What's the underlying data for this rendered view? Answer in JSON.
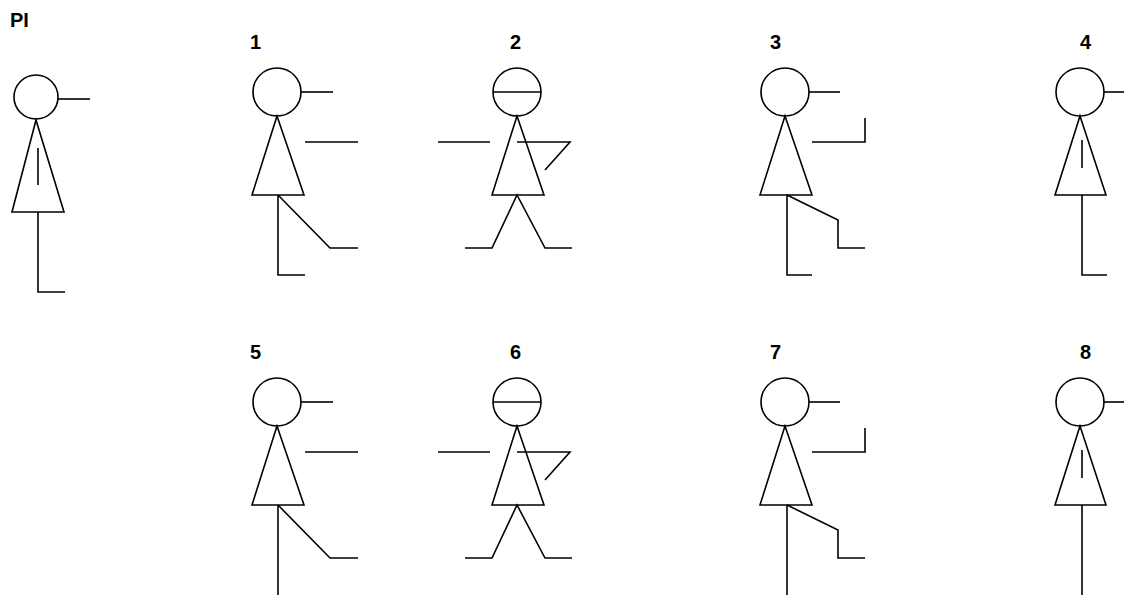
{
  "diagram": {
    "labels": [
      "PI",
      "1",
      "2",
      "3",
      "4",
      "5",
      "6",
      "7",
      "8"
    ]
  }
}
